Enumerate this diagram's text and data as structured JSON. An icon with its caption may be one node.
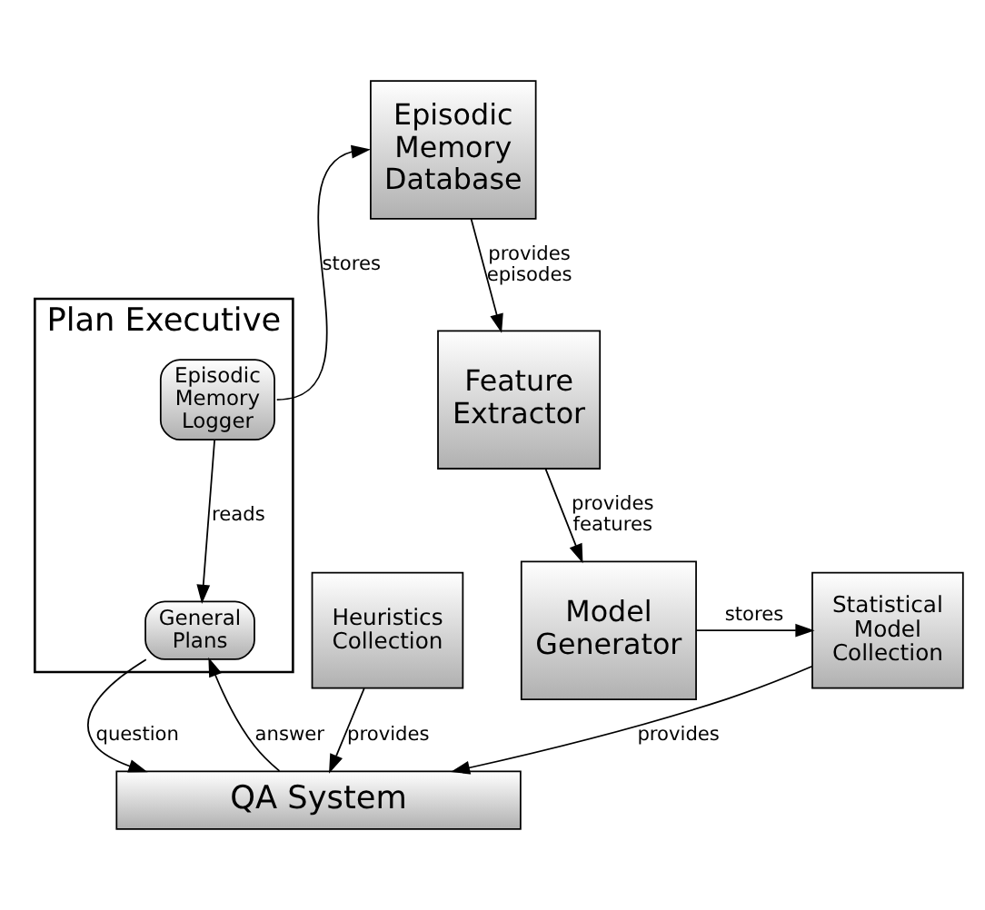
{
  "diagram": {
    "nodes": [
      {
        "text": [
          "Plan Executive"
        ]
      },
      {
        "text": [
          "Episodic Memory Logger"
        ],
        "in": 0
      },
      {
        "text": [
          "General Plans"
        ],
        "in": 0
      },
      {
        "text": [
          "Episodic Memory Database"
        ]
      },
      {
        "text": [
          "Feature Extractor"
        ]
      },
      {
        "text": [
          "Model Generator"
        ]
      },
      {
        "text": [
          "QA System"
        ]
      },
      {
        "text": [
          "Heuristics Collection"
        ]
      },
      {
        "text": [
          "Statistical Model Collection"
        ]
      }
    ],
    "edges": [
      {
        "from": 1,
        "to": 3,
        "arrow": "to",
        "label": "stores"
      },
      {
        "from": 1,
        "to": 2,
        "arrow": "to",
        "label": "reads"
      },
      {
        "from": 3,
        "to": 4,
        "arrow": "to",
        "label": "provides episodes"
      },
      {
        "from": 4,
        "to": 5,
        "arrow": "to",
        "label": "provides features"
      },
      {
        "from": 5,
        "to": 8,
        "arrow": "to",
        "label": "stores"
      },
      {
        "from": 2,
        "to": 6,
        "arrow": "to",
        "label": "question"
      },
      {
        "from": 6,
        "to": 2,
        "arrow": "to",
        "label": "answer"
      },
      {
        "from": 7,
        "to": 6,
        "arrow": "to",
        "label": "provides"
      },
      {
        "from": 8,
        "to": 6,
        "arrow": "to",
        "label": "provides"
      }
    ]
  }
}
